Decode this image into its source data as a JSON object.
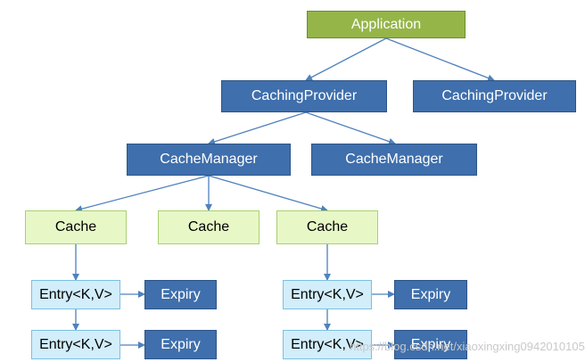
{
  "nodes": {
    "application": "Application",
    "caching_provider_1": "CachingProvider",
    "caching_provider_2": "CachingProvider",
    "cache_manager_1": "CacheManager",
    "cache_manager_2": "CacheManager",
    "cache_1": "Cache",
    "cache_2": "Cache",
    "cache_3": "Cache",
    "entry_1": "Entry<K,V>",
    "entry_2": "Entry<K,V>",
    "entry_3": "Entry<K,V>",
    "entry_4": "Entry<K,V>",
    "expiry_1": "Expiry",
    "expiry_2": "Expiry",
    "expiry_3": "Expiry",
    "expiry_4": "Expiry"
  },
  "watermark": "https://blog.csdn.net/xiaoxingxing0942010105",
  "colors": {
    "application": "#95b549",
    "provider_manager_expiry": "#3f6fac",
    "cache": "#e7f8c6",
    "entry": "#d2eefa",
    "connector": "#4f81bd"
  }
}
